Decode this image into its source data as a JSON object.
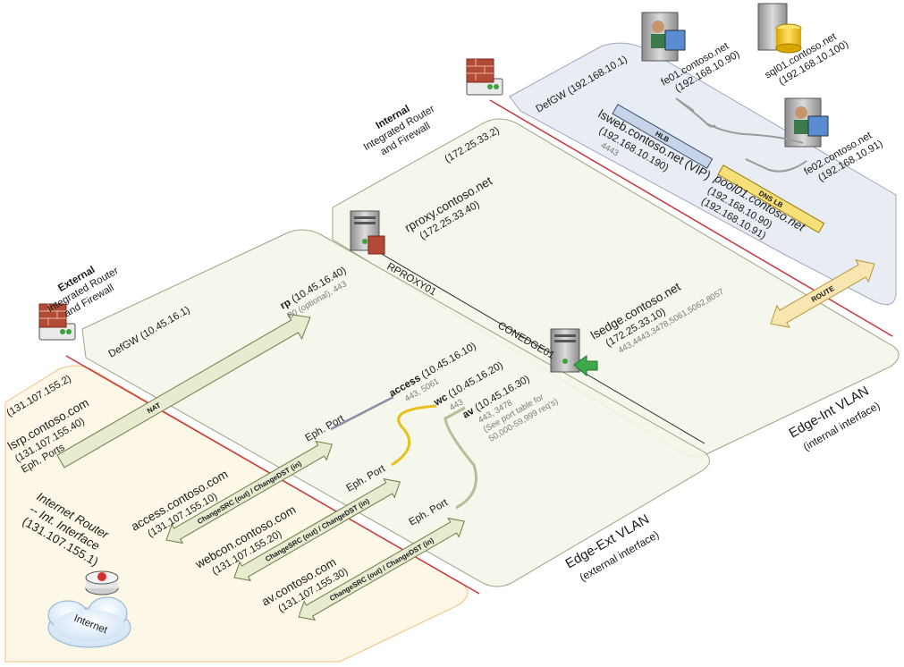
{
  "zones": {
    "internet": {
      "label_lines": [
        "Internet Router",
        "-- Int. Interface",
        "(131.107.155.1)"
      ],
      "cloud_label": "Internet"
    },
    "edge_ext": {
      "vlan_title": "Edge-Ext VLAN",
      "vlan_subtitle": "(external interface)",
      "defgw": "DefGW (10.45.16.1)"
    },
    "edge_int": {
      "vlan_title": "Edge-Int VLAN",
      "vlan_subtitle": "(internal interface)",
      "ip": "(172.25.33.2)"
    },
    "internal": {
      "defgw": "DefGW (192.168.10.1)"
    }
  },
  "routers": {
    "external": {
      "title": "External",
      "subtitle_lines": [
        "Integrated Router",
        "and Firewall"
      ]
    },
    "internal": {
      "title": "Internal",
      "subtitle_lines": [
        "Integrated Router",
        "and Firewall"
      ]
    }
  },
  "external_nodes": {
    "lsrp": {
      "ip_top": "(131.107.155.2)",
      "lines": [
        "lsrp.contoso.com",
        "(131.107.155.40)",
        "Eph. Ports"
      ]
    },
    "access": {
      "lines": [
        "access.contoso.com",
        "(131.107.155.10)"
      ]
    },
    "webcon": {
      "lines": [
        "webcon.contoso.com",
        "(131.107.155.20)"
      ]
    },
    "av": {
      "lines": [
        "av.contoso.com",
        "(131.107.155.30)"
      ]
    }
  },
  "arrows": {
    "nat": "NAT",
    "change_label": "ChangeSRC (out) / ChangeDST (in)",
    "route": "ROUTE",
    "hlb": "HLB",
    "dnslb": "DNS LB"
  },
  "eph_port": "Eph. Port",
  "edge_services": {
    "rp": {
      "name": "rp",
      "ip": " (10.45.16.40)",
      "ports": "80 (optional), 443"
    },
    "access": {
      "name": "access",
      "ip": " (10.45.16.10)",
      "ports": "443, 5061"
    },
    "wc": {
      "name": "wc",
      "ip": " (10.45.16.20)",
      "ports": "443"
    },
    "av": {
      "name": "av",
      "ip": " (10.45.16.30)",
      "ports_lines": [
        "443, 3478",
        "(See port table for",
        "50,000-59,999 req's)"
      ]
    }
  },
  "servers": {
    "rproxy": {
      "label": "RPROXY01",
      "lines": [
        "rproxy.contoso.net",
        "(172.25.33.40)"
      ]
    },
    "conedge": {
      "label": "CONEDGE01",
      "lines": [
        "lsedge.contoso.net",
        "(172.25.33.10)"
      ],
      "ports": "443,4443,3478,5061,5062,8057"
    },
    "fe01": {
      "lines": [
        "fe01.contoso.net",
        "(192.168.10.90)"
      ]
    },
    "fe02": {
      "lines": [
        "fe02.contoso.net",
        "(192.168.10.91)"
      ]
    },
    "sql01": {
      "lines": [
        "sql01.contoso.net",
        "(192.168.10.100)"
      ]
    }
  },
  "pools": {
    "lsweb": {
      "lines": [
        "lsweb.contoso.net (VIP)",
        "(192.168.10.190)"
      ],
      "port": "4443"
    },
    "pool01": {
      "lines": [
        "pool01.contoso.net",
        "(192.168.10.90)",
        "(192.168.10.91)"
      ]
    }
  },
  "colors": {
    "internet_zone": "#fdf6e6",
    "internet_border": "#f0c27a",
    "edge_zone": "#f4f6ea",
    "edge_border": "#9aa582",
    "internal_zone": "#e8edf4",
    "internal_border": "#9aa9bf",
    "wire": "#c9353b",
    "arrow_fill": "#e7ebcf",
    "arrow_stroke": "#6f7a45",
    "route_fill": "#f7e6b0",
    "route_stroke": "#b8963b",
    "hlb_fill": "#c7d3e8",
    "dnslb_fill": "#f7df7a",
    "access_line": "#8a8fa8",
    "wc_line": "#e8c01a",
    "av_line": "#b3bf96"
  }
}
